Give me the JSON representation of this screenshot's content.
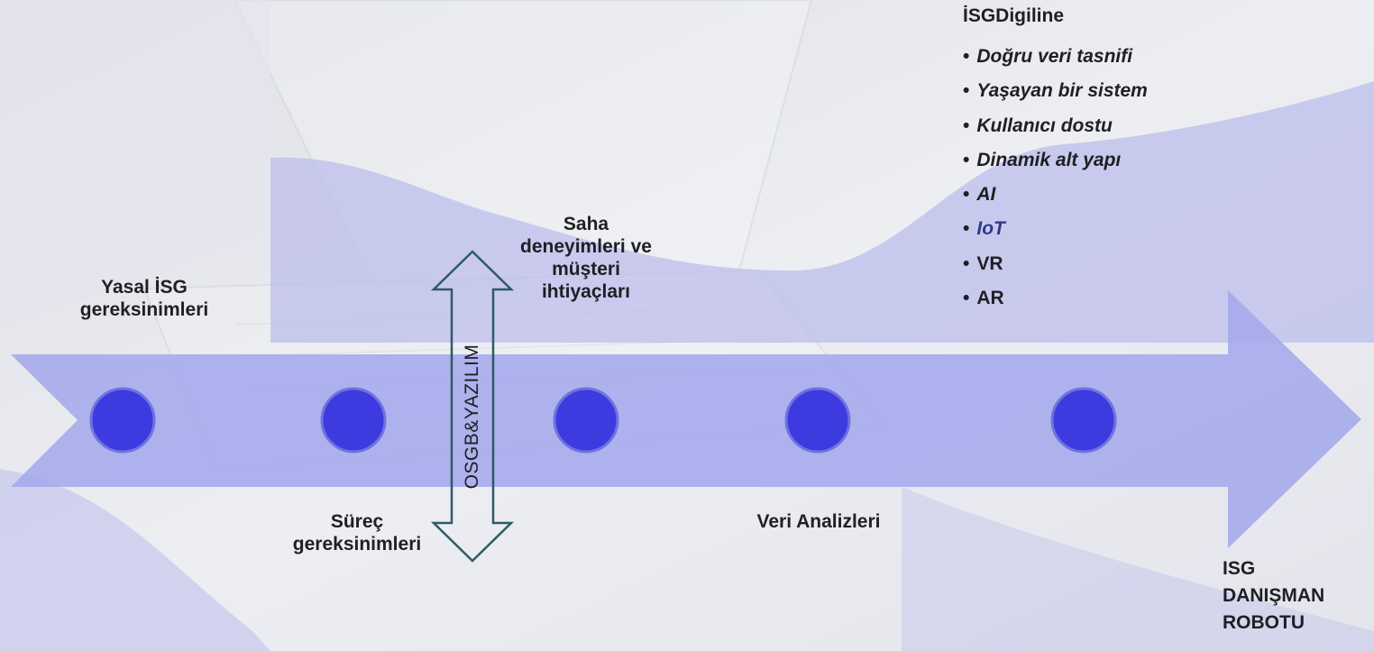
{
  "labels": {
    "yasal": "Yasal İSG\ngereksinimleri",
    "surec": "Süreç\ngereksinimleri",
    "saha": "Saha\ndeneyimleri ve\nmüşteri\nihtiyaçları",
    "veri": "Veri Analizleri",
    "vertical": "OSGB&YAZILIM"
  },
  "sidebar": {
    "title": "İSGDigiline",
    "items": [
      {
        "bullet": "•",
        "text": "Doğru veri tasnifi"
      },
      {
        "bullet": "•",
        "text": "Yaşayan bir sistem"
      },
      {
        "bullet": "•",
        "text": "Kullanıcı dostu"
      },
      {
        "bullet": "•",
        "text": "Dinamik alt yapı"
      },
      {
        "bullet": "•",
        "text": "AI"
      },
      {
        "bullet": "•",
        "text": "IoT"
      },
      {
        "bullet": "•",
        "text": "VR"
      },
      {
        "bullet": "•",
        "text": "AR"
      }
    ]
  },
  "result": "ISG\nDANIŞMAN\nROBOTU",
  "colors": {
    "arrow": "#a4a8ec",
    "node": "#3d3ae0",
    "node_stroke": "#6f73df",
    "double_arrow": "#2f5a66",
    "wave": "#bcbdeb"
  }
}
